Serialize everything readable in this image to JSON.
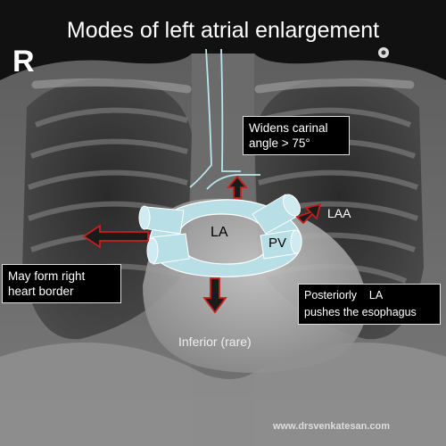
{
  "title": "Modes of left atrial enlargement",
  "side_marker": "R",
  "labels": {
    "carinal": [
      "Widens carinal",
      "angle > 75°"
    ],
    "right_border": [
      "May form right",
      "heart border"
    ],
    "esophagus": [
      "Posteriorly    LA",
      "pushes the esophagus"
    ],
    "la": "LA",
    "pv": "PV",
    "laa": "LAA",
    "inferior": "Inferior (rare)"
  },
  "watermark": "www.drsvenkatesan.com",
  "colors": {
    "background": "#000000",
    "atrium_fill": "#b8dfe6",
    "arrow_outline": "#c81e1e",
    "trachea_line": "#b9e6ec",
    "text": "#ffffff"
  },
  "icons": [
    "arrow-up-icon",
    "arrow-left-icon",
    "arrow-down-icon",
    "arrow-up-right-icon"
  ]
}
